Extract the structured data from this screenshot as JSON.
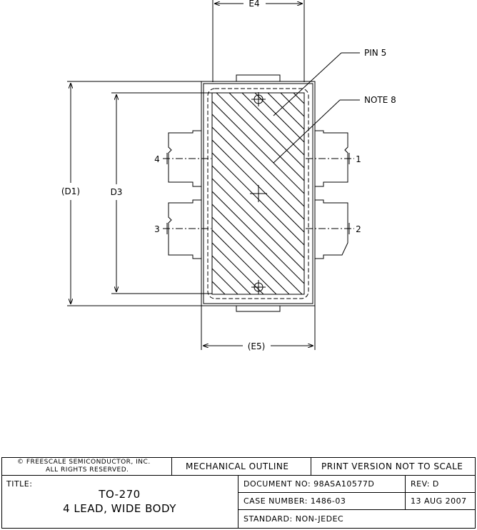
{
  "drawing": {
    "labels": {
      "e4": "E4",
      "e5": "(E5)",
      "d1": "(D1)",
      "d3": "D3",
      "pin5": "PIN 5",
      "note8": "NOTE 8",
      "pin1": "1",
      "pin2": "2",
      "pin3": "3",
      "pin4": "4"
    }
  },
  "title_block": {
    "copyright_line1": "© FREESCALE SEMICONDUCTOR, INC.",
    "copyright_line2": "ALL RIGHTS RESERVED.",
    "mechanical_outline": "MECHANICAL OUTLINE",
    "print_version": "PRINT VERSION NOT TO SCALE",
    "title_label": "TITLE:",
    "title_line1": "TO-270",
    "title_line2": "4 LEAD, WIDE BODY",
    "document_no": "DOCUMENT NO: 98ASA10577D",
    "rev": "REV: D",
    "case_number": "CASE NUMBER: 1486-03",
    "date": "13 AUG 2007",
    "standard": "STANDARD: NON-JEDEC"
  }
}
